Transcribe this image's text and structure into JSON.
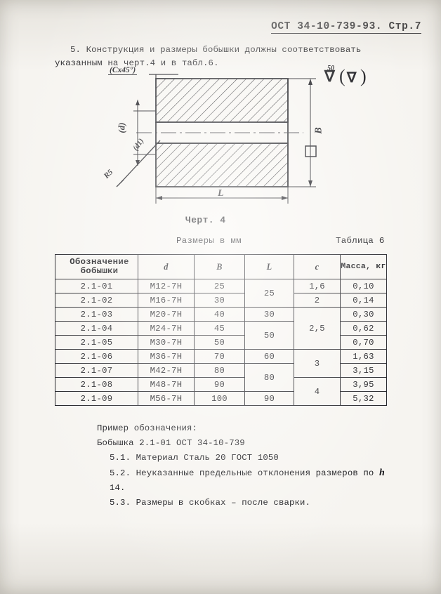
{
  "header": {
    "doc_ref": "ОСТ 34-10-739-93. Стр.7"
  },
  "body": {
    "clause_line1": "5. Конструкция и размеры бобышки должны соответствовать",
    "clause_line2": "указанным на черт.4 и в табл.6."
  },
  "drawing": {
    "chamfer_note": "(Cх45°)",
    "label_d": "(d)",
    "label_d2": "(d1)",
    "label_b": "B",
    "label_l": "L",
    "label_weld": "R5",
    "roughness_main": "50",
    "roughness_symbol": "∇",
    "roughness_bracket_left": "(",
    "roughness_bracket_right": ")",
    "caption": "Черт. 4"
  },
  "table": {
    "units_note": "Размеры в мм",
    "caption": "Таблица 6",
    "headers": {
      "designation": "Обозначение бобышки",
      "d": "d",
      "B": "B",
      "L": "L",
      "c": "c",
      "mass": "Масса, кг"
    },
    "rows": [
      {
        "designation": "2.1-01",
        "d": "М12-7Н",
        "B": "25",
        "L": "25",
        "c": "1,6",
        "mass": "0,10"
      },
      {
        "designation": "2.1-02",
        "d": "М16-7Н",
        "B": "30",
        "L": "",
        "c": "2",
        "mass": "0,14"
      },
      {
        "designation": "2.1-03",
        "d": "М20-7Н",
        "B": "40",
        "L": "30",
        "c": "2,5",
        "mass": "0,30"
      },
      {
        "designation": "2.1-04",
        "d": "М24-7Н",
        "B": "45",
        "L": "50",
        "c": "",
        "mass": "0,62"
      },
      {
        "designation": "2.1-05",
        "d": "М30-7Н",
        "B": "50",
        "L": "",
        "c": "",
        "mass": "0,70"
      },
      {
        "designation": "2.1-06",
        "d": "М36-7Н",
        "B": "70",
        "L": "60",
        "c": "3",
        "mass": "1,63"
      },
      {
        "designation": "2.1-07",
        "d": "М42-7Н",
        "B": "80",
        "L": "80",
        "c": "",
        "mass": "3,15"
      },
      {
        "designation": "2.1-08",
        "d": "М48-7Н",
        "B": "90",
        "L": "",
        "c": "4",
        "mass": "3,95"
      },
      {
        "designation": "2.1-09",
        "d": "М56-7Н",
        "B": "100",
        "L": "90",
        "c": "",
        "mass": "5,32"
      }
    ]
  },
  "notes": {
    "example_title": "Пример обозначения:",
    "example_value": "Бобышка 2.1-01 ОСТ 34-10-739",
    "note1": "5.1. Материал Сталь 20 ГОСТ 1050",
    "note2_pre": "5.2. Неуказанные предельные отклонения размеров по",
    "note2_sym": "h",
    "note2_post": "14.",
    "note3": "5.3. Размеры в скобках – после сварки."
  }
}
